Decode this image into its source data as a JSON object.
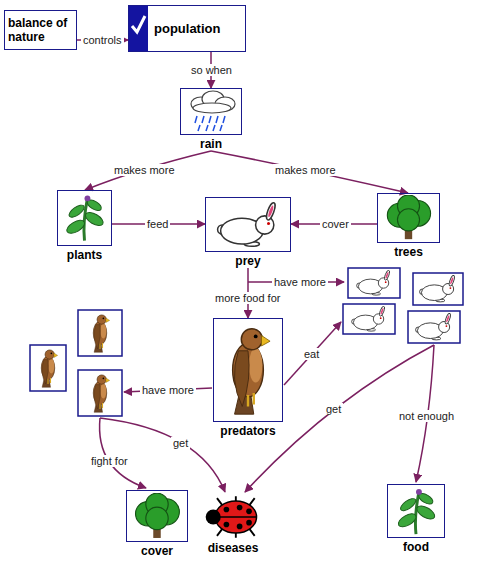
{
  "diagram": {
    "nodes": [
      {
        "text": [
          "balance of nature"
        ]
      },
      {
        "text": [
          "population"
        ]
      },
      {
        "text": [
          "rain"
        ]
      },
      {
        "text": [
          "plants"
        ]
      },
      {
        "text": [
          "prey"
        ]
      },
      {
        "text": [
          "trees"
        ]
      },
      {
        "text": [
          "predators"
        ]
      },
      {
        "text": [
          "cover"
        ]
      },
      {
        "text": [
          "diseases"
        ]
      },
      {
        "text": [
          "food"
        ]
      }
    ],
    "edges": [
      {
        "from": 0,
        "to": 1,
        "label": "controls",
        "arrow": "to"
      },
      {
        "from": 1,
        "to": 2,
        "label": "so when",
        "arrow": "to"
      },
      {
        "from": 2,
        "to": 3,
        "label": "makes more",
        "arrow": "to"
      },
      {
        "from": 2,
        "to": 5,
        "label": "makes more",
        "arrow": "to"
      },
      {
        "from": 3,
        "to": 4,
        "label": "feed",
        "arrow": "to"
      },
      {
        "from": 5,
        "to": 4,
        "label": "cover",
        "arrow": "to"
      },
      {
        "from": 4,
        "to": 6,
        "label": "more food for",
        "arrow": "to"
      }
    ],
    "labels": [
      "have more",
      "have more",
      "eat",
      "fight for",
      "get",
      "get",
      "not enough"
    ]
  }
}
